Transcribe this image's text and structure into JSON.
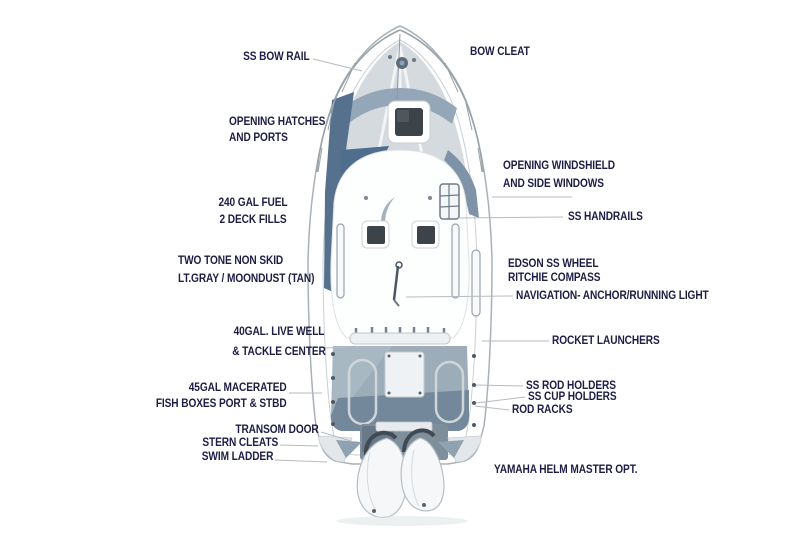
{
  "meta": {
    "title": "Boat deck layout feature diagram (top-down view, twin outboards)",
    "view": "overhead"
  },
  "colors": {
    "background": "#ffffff",
    "label_text": "#1d1d45",
    "leader_line": "#b5bbc0",
    "hull_outline": "#a9b1b8",
    "deck_gray": "#d5dade",
    "accent_slate_dark": "#54708e",
    "accent_slate_mid": "#7e93a7",
    "cockpit_gray": "#9cacb8",
    "hatch_dark": "#3c4349"
  },
  "labels": {
    "bow_rail": {
      "text": "SS  BOW RAIL"
    },
    "bow_cleat": {
      "text": "BOW CLEAT"
    },
    "opening_hatches": {
      "line1": "OPENING HATCHES",
      "line2": "AND PORTS"
    },
    "opening_windshield": {
      "line1": "OPENING WINDSHIELD",
      "line2": "AND SIDE WINDOWS"
    },
    "fuel": {
      "line1": "240 GAL FUEL",
      "line2": "2 DECK FILLS"
    },
    "handrails": {
      "text": "SS HANDRAILS"
    },
    "non_skid": {
      "line1": "TWO TONE NON SKID",
      "line2": "LT.GRAY / MOONDUST (TAN)"
    },
    "wheel_compass": {
      "line1": "EDSON SS WHEEL",
      "line2": "RITCHIE COMPASS"
    },
    "navigation_light": {
      "text": "NAVIGATION- ANCHOR/RUNNING LIGHT"
    },
    "live_well": {
      "line1": "40GAL. LIVE WELL",
      "line2": "& TACKLE CENTER"
    },
    "rocket_launchers": {
      "text": "ROCKET LAUNCHERS"
    },
    "fish_boxes": {
      "line1": "45GAL MACERATED",
      "line2": "FISH BOXES PORT & STBD"
    },
    "rod_holders": {
      "text": "SS ROD HOLDERS"
    },
    "cup_holders": {
      "text": "SS CUP HOLDERS"
    },
    "rod_racks": {
      "text": "ROD RACKS"
    },
    "transom_door": {
      "text": "TRANSOM DOOR"
    },
    "stern_cleats": {
      "text": "STERN CLEATS"
    },
    "swim_ladder": {
      "text": "SWIM LADDER"
    },
    "yamaha": {
      "text": "YAMAHA HELM MASTER OPT."
    }
  }
}
